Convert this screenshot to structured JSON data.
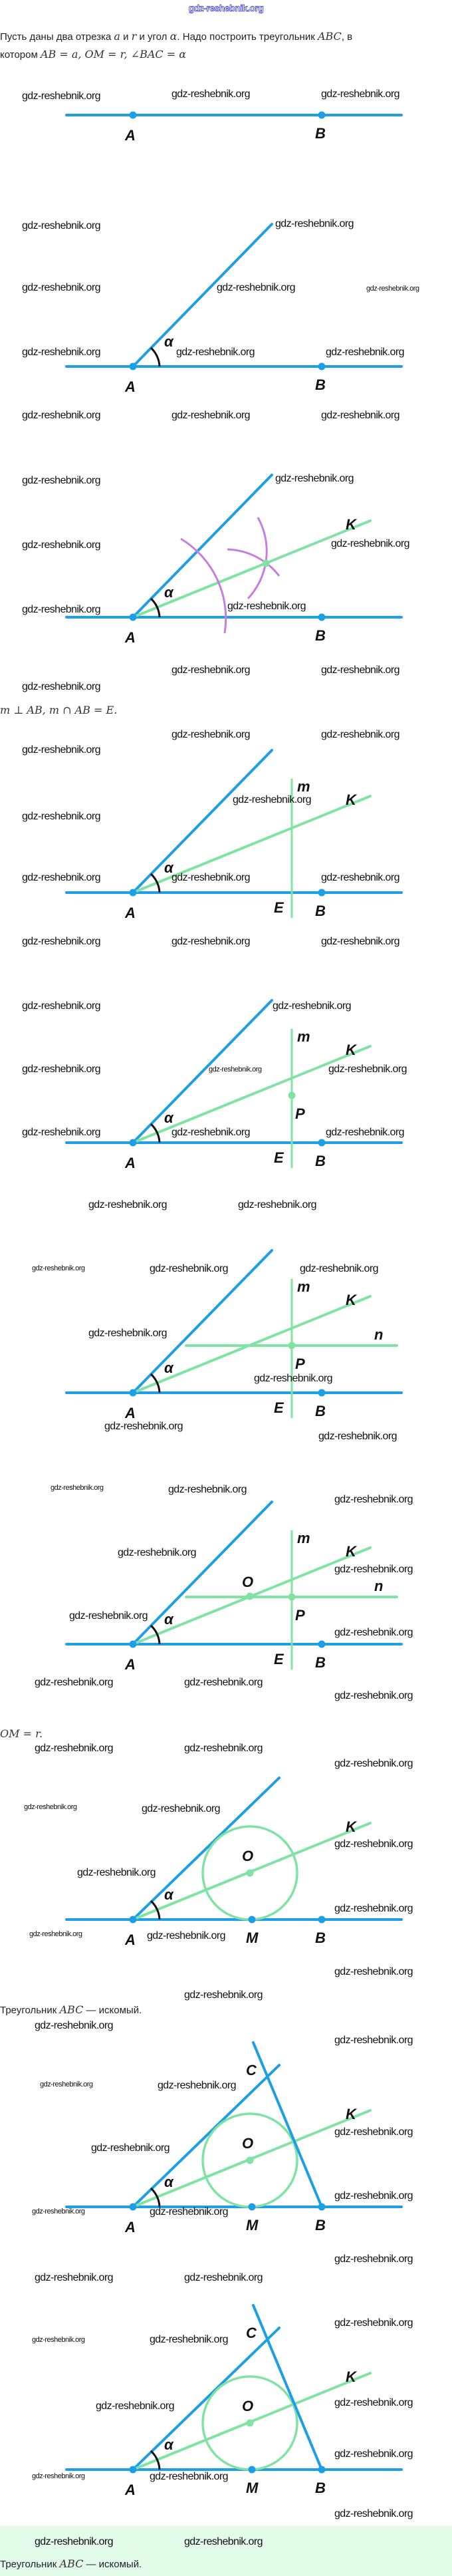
{
  "header": {
    "watermark": "gdz-reshebnik.org"
  },
  "watermark_text": "gdz-reshebnik.org",
  "intro": {
    "p1": "Пусть даны два отрезка ",
    "a": "a",
    "and": " и ",
    "r": "r",
    "and_angle": " и угол ",
    "alpha": "α",
    "p2": ". Надо построить треугольник ",
    "abc": "ABC",
    "p3": ", в",
    "p4": "котором ",
    "cond": "AB = a, OM = r, ∠BAC = α"
  },
  "step_perpendicular": "m ⊥ AB, m ∩ AB = E.",
  "step_radius": "OM = r.",
  "conclusion": {
    "prefix": "Треугольник ",
    "abc": "ABC",
    "suffix": " — искомый."
  },
  "final": {
    "prefix": "Треугольник ",
    "abc": "ABC",
    "suffix": " — искомый."
  },
  "labels": {
    "A": "A",
    "B": "B",
    "alpha": "α",
    "K": "K",
    "m": "m",
    "E": "E",
    "P": "P",
    "n": "n",
    "O": "O",
    "M": "M",
    "C": "C"
  },
  "colors": {
    "segment": "#1c9fe6",
    "construction": "#80e3a4",
    "arc": "#c57ee0",
    "angle_mark": "#111111",
    "answer_bg": "#e3fbe9",
    "header": "#2b2bd6"
  }
}
